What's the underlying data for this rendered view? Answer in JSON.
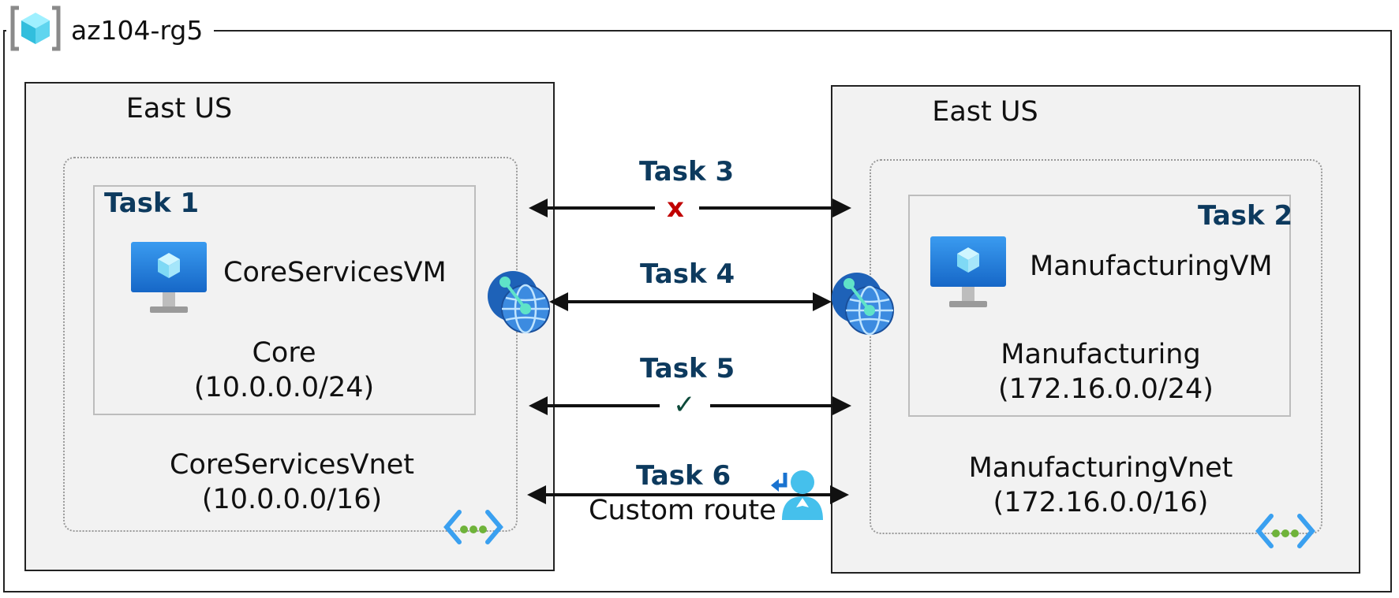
{
  "resource_group": {
    "name": "az104-rg5",
    "icon": "resource-group-icon"
  },
  "regions": [
    {
      "label": "East US",
      "vnet": {
        "name": "CoreServicesVnet",
        "cidr": "(10.0.0.0/16)",
        "icon": "vnet-icon"
      },
      "subnet": {
        "task": "Task 1",
        "vm_name": "CoreServicesVM",
        "name": "Core",
        "cidr": "(10.0.0.0/24)",
        "icon": "vm-icon"
      }
    },
    {
      "label": "East US",
      "vnet": {
        "name": "ManufacturingVnet",
        "cidr": "(172.16.0.0/16)",
        "icon": "vnet-icon"
      },
      "subnet": {
        "task": "Task 2",
        "vm_name": "ManufacturingVM",
        "name": "Manufacturing",
        "cidr": "(172.16.0.0/24)",
        "icon": "vm-icon"
      }
    }
  ],
  "connections": [
    {
      "task": "Task 3",
      "status_icon": "x-mark-icon",
      "status_glyph": "x",
      "status_color": "#c00000"
    },
    {
      "task": "Task 4",
      "icon": "vnet-peering-icon"
    },
    {
      "task": "Task 5",
      "status_icon": "checkmark-icon",
      "status_glyph": "✓",
      "status_color": "#0d4a3a"
    },
    {
      "task": "Task 6",
      "label": "Custom route",
      "icon": "route-user-icon"
    }
  ],
  "colors": {
    "task_text": "#0d3a5e",
    "azure_blue": "#1a73d0",
    "region_fill": "#f2f2f2"
  }
}
